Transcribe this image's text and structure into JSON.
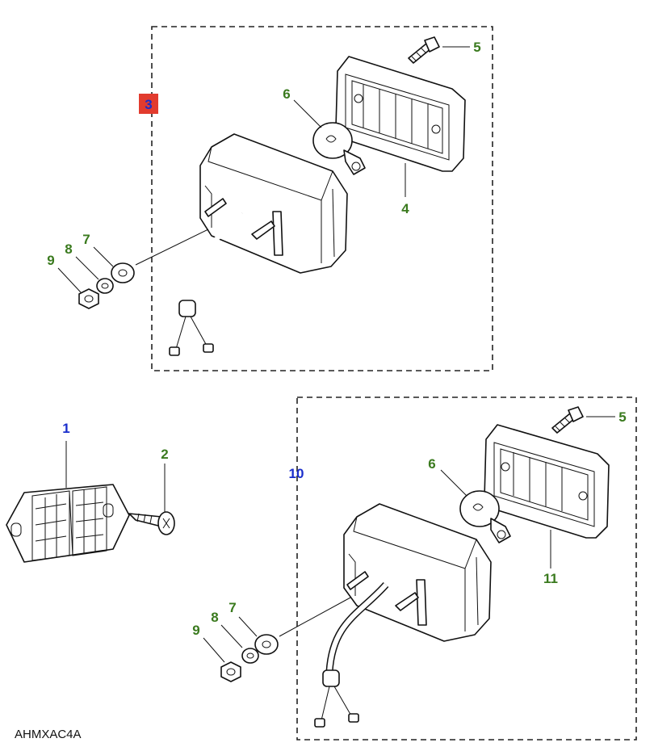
{
  "diagram": {
    "drawing_code": "AHMXAC4A",
    "colors": {
      "assembly_callout": "#1a2ecc",
      "part_callout": "#3a7a1e",
      "highlight_fill": "#e23b2e"
    },
    "upper_group": {
      "assembly_label": "3",
      "callouts": {
        "bolt": "5",
        "bulb": "6",
        "lens": "4",
        "washer_flat": "7",
        "washer_spring": "8",
        "nut": "9"
      }
    },
    "lower_group": {
      "assembly_label": "10",
      "callouts": {
        "bolt": "5",
        "bulb": "6",
        "lens": "11",
        "washer_flat": "7",
        "washer_spring": "8",
        "nut": "9"
      }
    },
    "reflector_callouts": {
      "reflector": "1",
      "screw": "2"
    }
  }
}
